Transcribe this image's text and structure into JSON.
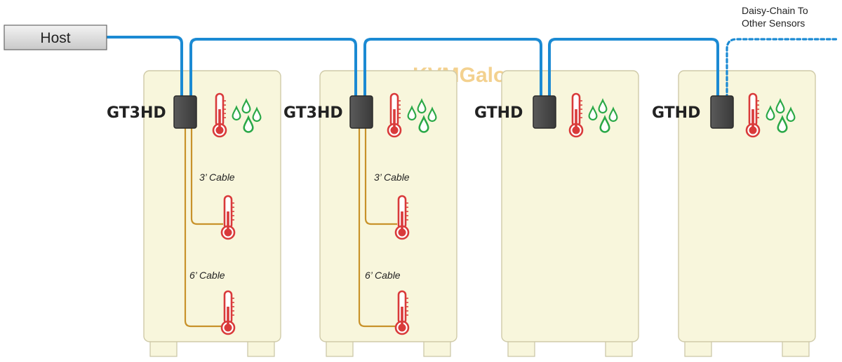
{
  "host": {
    "label": "Host"
  },
  "daisy_chain": {
    "line1": "Daisy-Chain To",
    "line2": "Other Sensors"
  },
  "watermark": {
    "text": "KVMGalore"
  },
  "racks": [
    {
      "model": "GT3HD",
      "cable_short": "3’ Cable",
      "cable_long": "6’ Cable"
    },
    {
      "model": "GT3HD",
      "cable_short": "3’ Cable",
      "cable_long": "6’ Cable"
    },
    {
      "model": "GTHD"
    },
    {
      "model": "GTHD"
    }
  ],
  "colors": {
    "cable_blue": "#1b8ad3",
    "probe_cable": "#c8922a",
    "thermometer": "#d93a3a",
    "humidity_drops": "#2aa847",
    "rack_fill": "#f8f6dc",
    "sensor_box": "#4a4a4a"
  }
}
